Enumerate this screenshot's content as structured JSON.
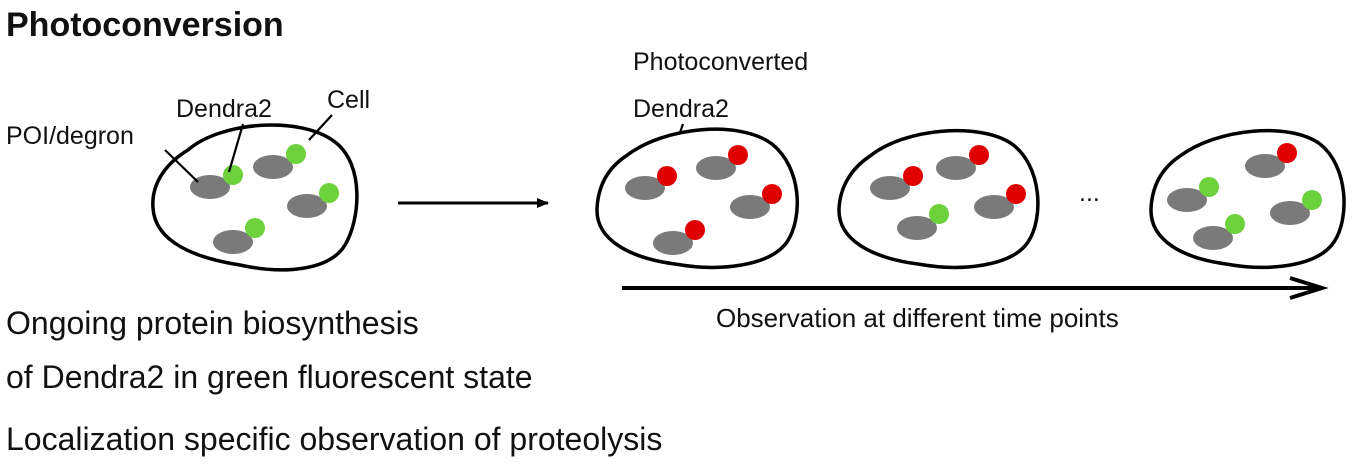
{
  "title": "Photoconversion",
  "labels": {
    "poi": "POI/degron",
    "dendra": "Dendra2",
    "cell": "Cell",
    "photo_line1": "Photoconverted",
    "photo_line2": "Dendra2",
    "ellipsis": "...",
    "timeline": "Observation at different time points"
  },
  "captions": {
    "line1": "Ongoing protein biosynthesis",
    "line2": "of Dendra2 in green fluorescent state",
    "line3": "Localization specific observation of proteolysis"
  },
  "colors": {
    "poi": "#7a7a7a",
    "green_dendra": "#6dd13c",
    "red_dendra": "#e00000",
    "outline": "#000000"
  }
}
